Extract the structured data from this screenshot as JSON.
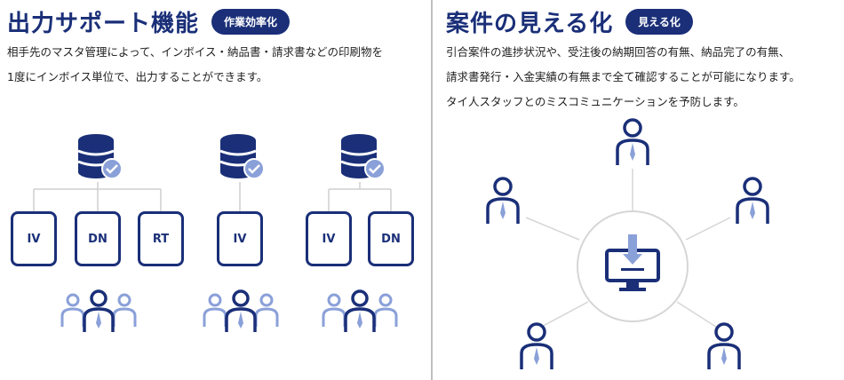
{
  "left": {
    "title": "出力サポート機能",
    "badge": "作業効率化",
    "desc_line1": "相手先のマスタ管理によって、インボイス・納品書・請求書などの印刷物を",
    "desc_line2": "1度にインボイス単位で、出力することができます。",
    "groups": [
      {
        "boxes": [
          "IV",
          "DN",
          "RT"
        ]
      },
      {
        "boxes": [
          "IV"
        ]
      },
      {
        "boxes": [
          "IV",
          "DN"
        ]
      }
    ]
  },
  "right": {
    "title": "案件の見える化",
    "badge": "見える化",
    "desc_line1": "引合案件の進捗状況や、受注後の納期回答の有無、納品完了の有無、",
    "desc_line2": "請求書発行・入金実績の有無まで全て確認することが可能になります。",
    "desc_line3": "タイ人スタッフとのミスコミュニケーションを予防します。"
  },
  "colors": {
    "navy": "#1a2f78",
    "light_blue": "#8aa0d8",
    "line_gray": "#cfcfcf"
  },
  "icons": [
    "database-check-icon",
    "people-group-icon",
    "person-icon",
    "monitor-download-icon"
  ]
}
